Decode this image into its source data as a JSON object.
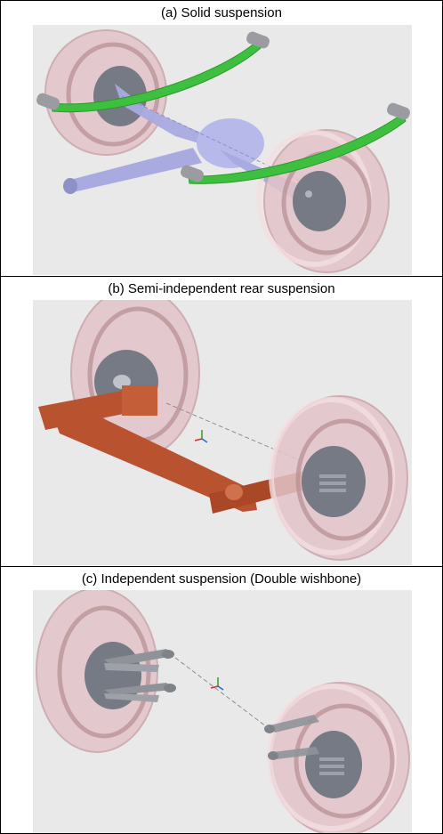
{
  "panels": [
    {
      "caption": "(a) Solid suspension"
    },
    {
      "caption": "(b) Semi-independent rear suspension"
    },
    {
      "caption": "(c) Independent suspension (Double wishbone)"
    }
  ],
  "colors": {
    "viewport_bg": "#e9e9ea",
    "tire": "#e3c4c8",
    "tire_edge": "#b58d92",
    "hub": "#757a84",
    "axle": "#a9abe0",
    "leaf_spring": "#3fbf3f",
    "twist_beam": "#b8522f",
    "wishbone": "#8f9399"
  }
}
